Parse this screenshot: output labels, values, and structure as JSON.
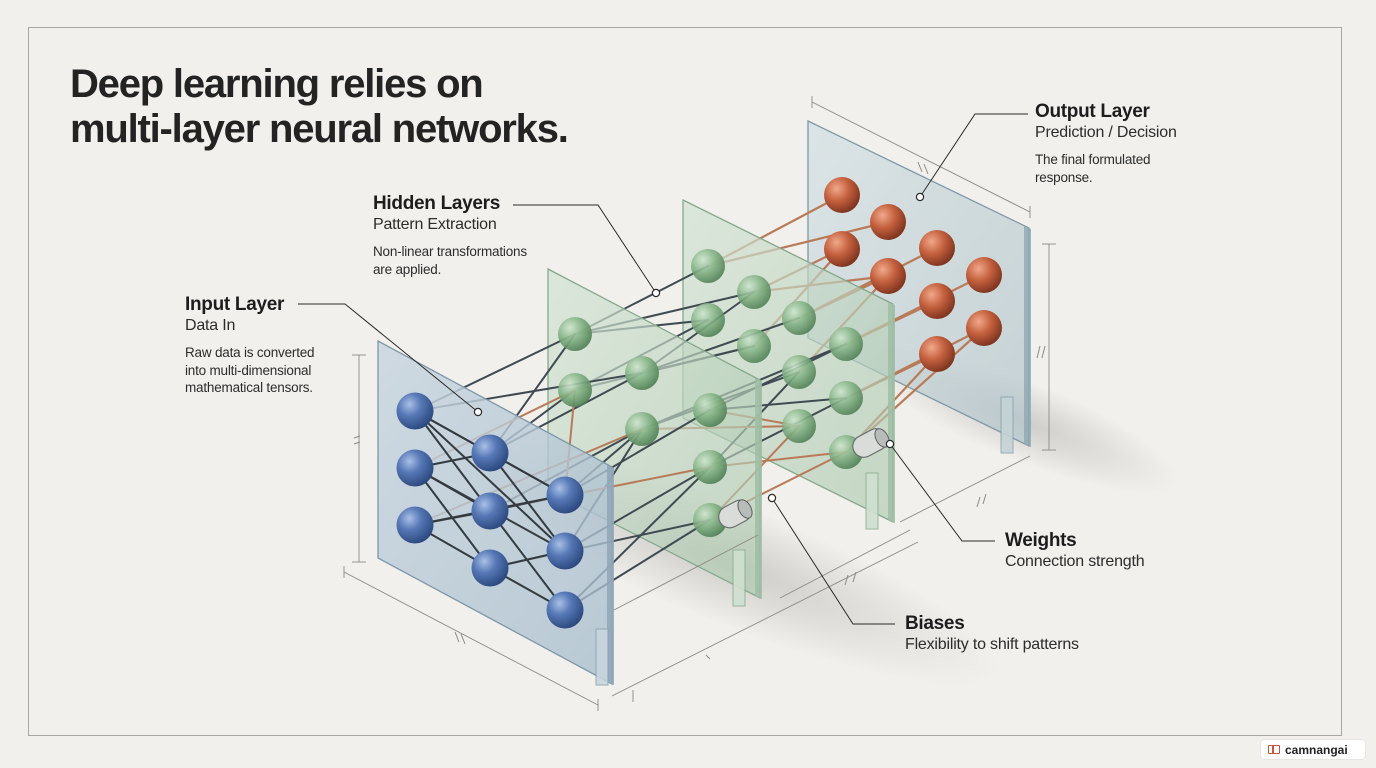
{
  "title": {
    "line1": "Deep learning relies on",
    "line2": "multi-layer neural networks."
  },
  "labels": {
    "input": {
      "heading": "Input Layer",
      "sub": "Data In",
      "desc_lines": [
        "Raw data is converted",
        "into multi-dimensional",
        "mathematical tensors."
      ]
    },
    "hidden": {
      "heading": "Hidden Layers",
      "sub": "Pattern Extraction",
      "desc_lines": [
        "Non-linear transformations",
        "are applied."
      ]
    },
    "output": {
      "heading": "Output Layer",
      "sub": "Prediction / Decision",
      "desc_lines": [
        "The final formulated",
        "response."
      ]
    },
    "weights": {
      "heading": "Weights",
      "sub": "Connection strength"
    },
    "biases": {
      "heading": "Biases",
      "sub": "Flexibility to shift patterns"
    }
  },
  "watermark": {
    "text": "camnangai",
    "icon": "book-icon"
  },
  "colors": {
    "background": "#f1f0ec",
    "input_nodes": "#4d70b0",
    "hidden_nodes": "#7fae7f",
    "output_nodes": "#c4603e",
    "input_panel": "#b3c5d3",
    "hidden_panel": "#bdd3c0",
    "output_panel": "#c3d2d6",
    "edge_dark": "#3f4a52",
    "edge_copper": "#b97a58"
  }
}
